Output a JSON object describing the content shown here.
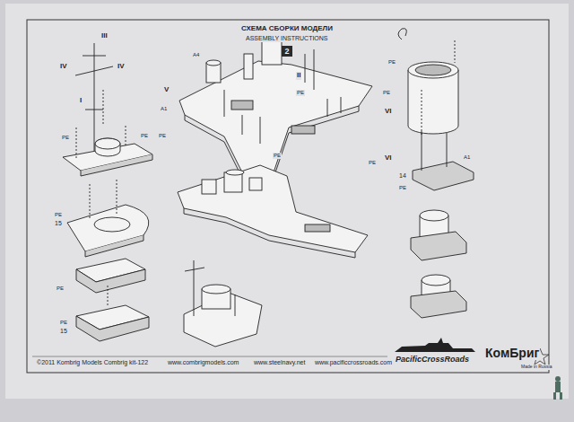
{
  "diagram": {
    "title": "СХЕМА СБОРКИ МОДЕЛИ",
    "nodes": [
      {
        "text": [
          "2"
        ]
      }
    ],
    "edges": [],
    "labels": [
      "ASSEMBLY INSTRUCTIONS",
      "III",
      "IV",
      "IV",
      "I",
      "PE",
      "PE",
      "PE",
      "15",
      "PE",
      "PE",
      "15",
      "V",
      "A1",
      "PE",
      "A4",
      "II",
      "PE",
      "PE",
      "PE",
      "VI",
      "PE",
      "VI",
      "14",
      "PE",
      "A1",
      "PE",
      "©2011 Kombrig Models Combrig kit-122",
      "www.combrigmodels.com",
      "www.steelnavy.net",
      "www.pacificcrossroads.com",
      "PacificCrossRoads",
      "КомБриг",
      "Made in Russia"
    ]
  }
}
